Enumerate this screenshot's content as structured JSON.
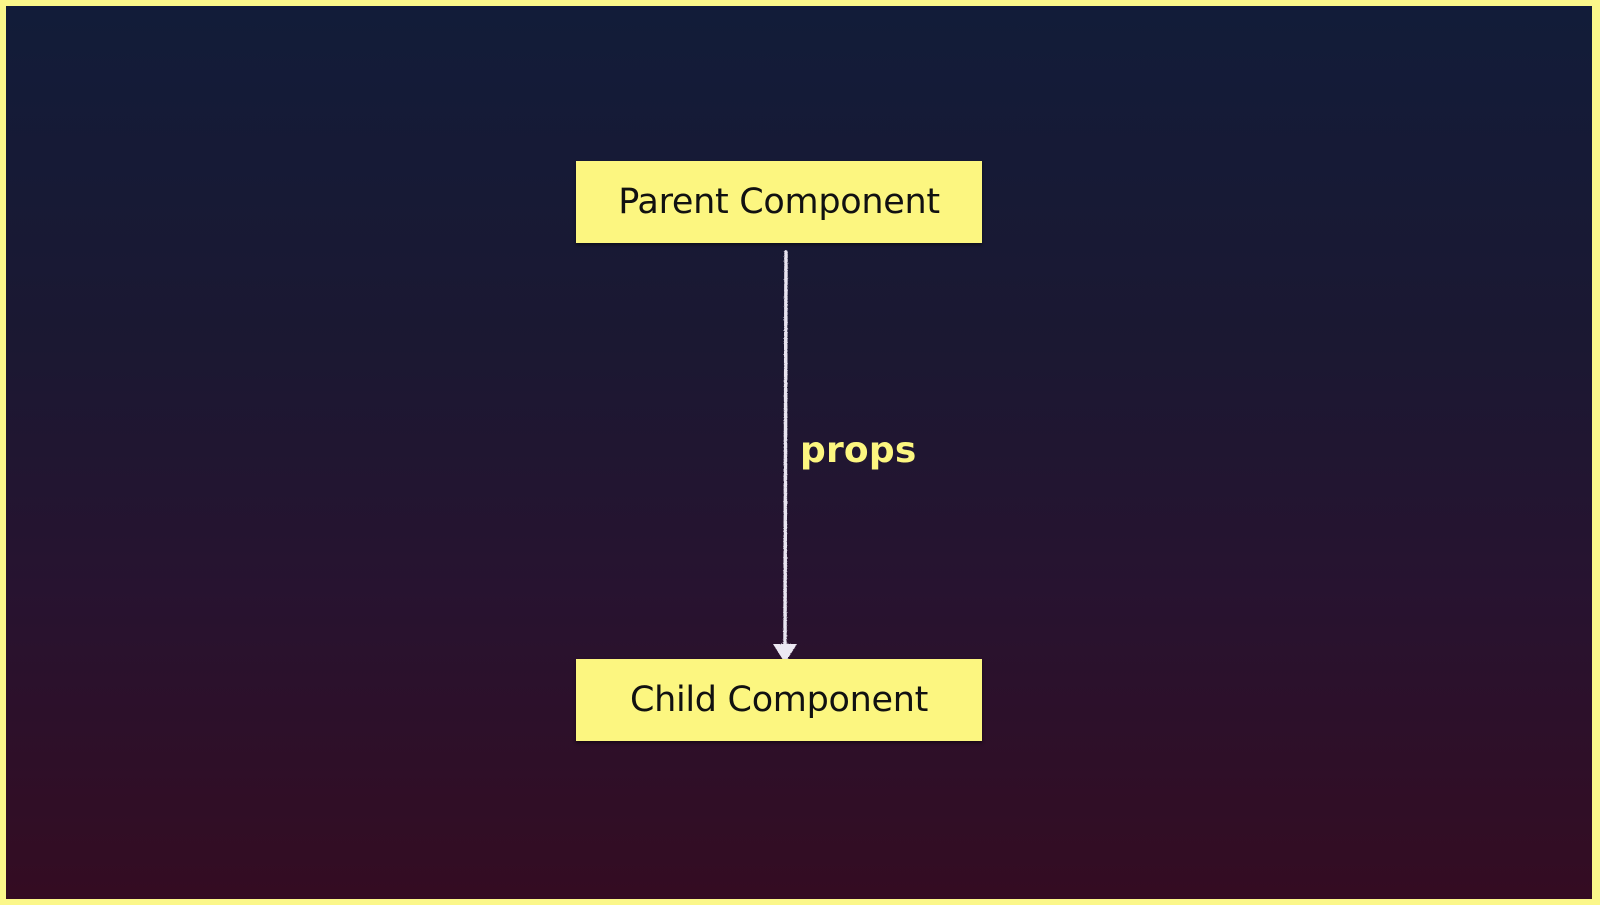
{
  "diagram": {
    "nodes": [
      {
        "id": "parent",
        "label": "Parent Component"
      },
      {
        "id": "child",
        "label": "Child Component"
      }
    ],
    "edges": [
      {
        "from": "parent",
        "to": "child",
        "label": "props"
      }
    ]
  },
  "colors": {
    "node_fill": "#fcf680",
    "label_text": "#fcf680",
    "arrow": "#e8e4f0",
    "frame_border": "#fbf78a",
    "background_top": "#121c39",
    "background_bottom": "#340c22"
  }
}
